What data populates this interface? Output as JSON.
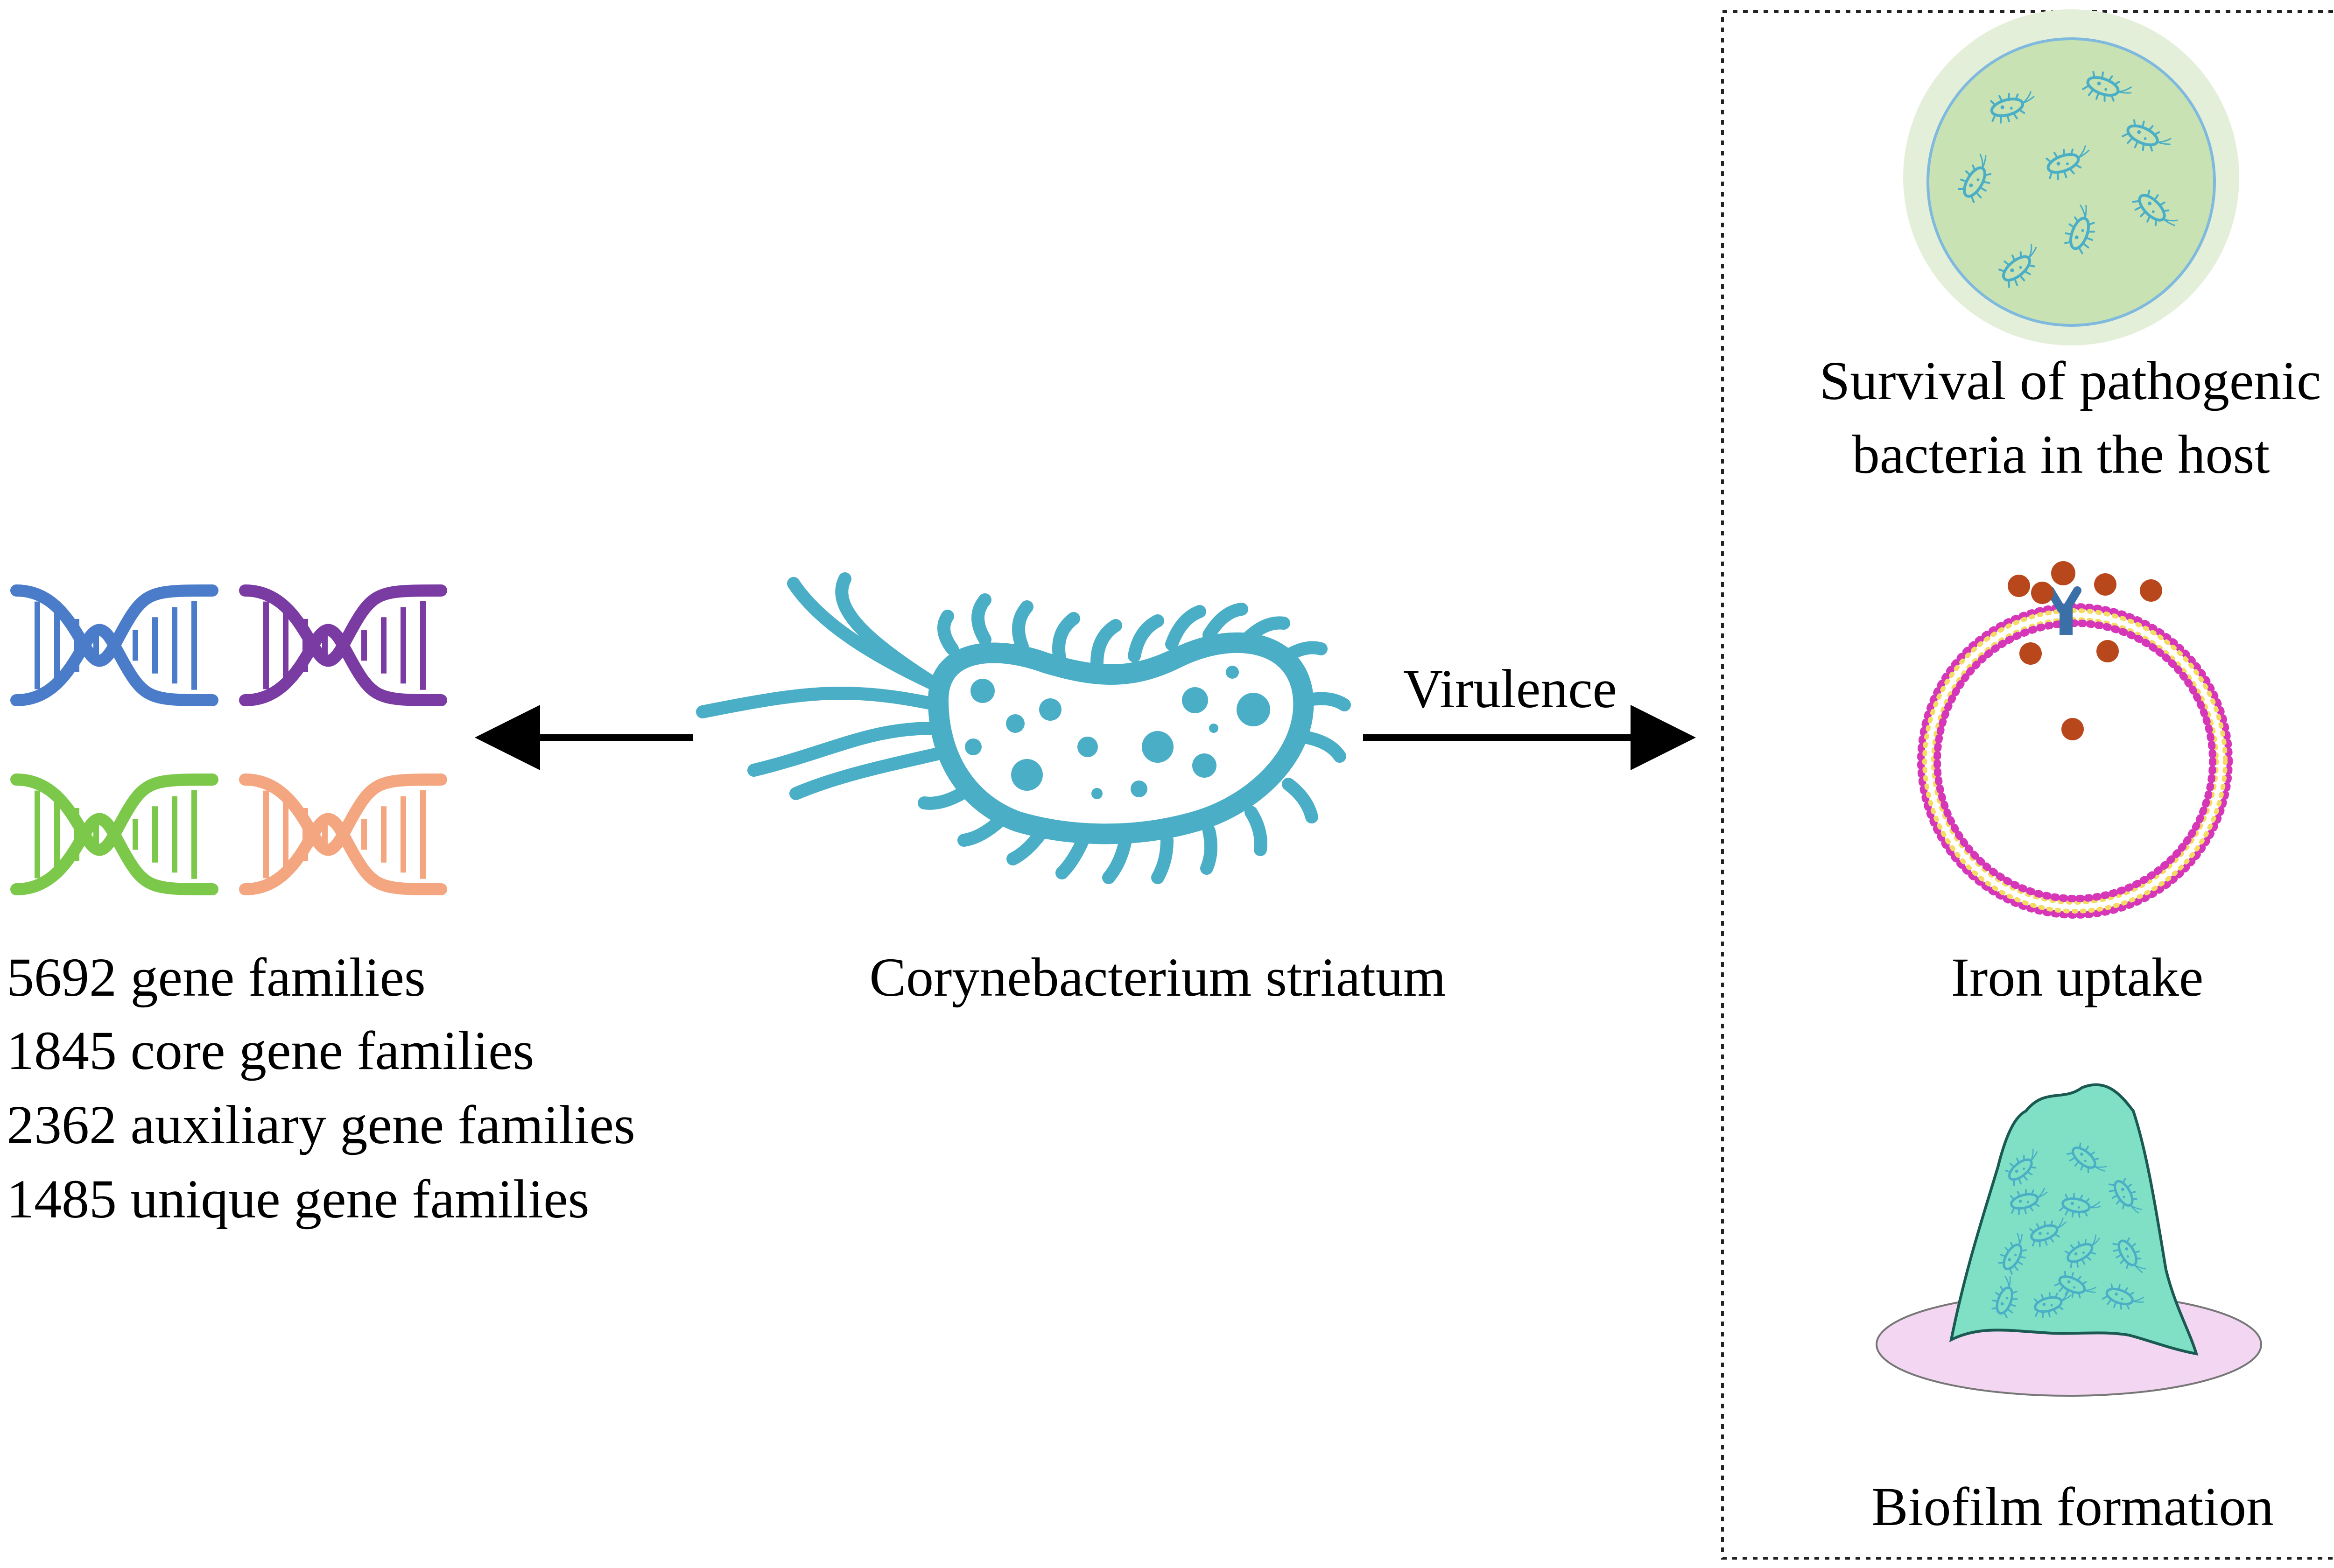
{
  "gene_stats": [
    "5692 gene families",
    "1845 core gene families",
    "2362 auxiliary gene families",
    "1485 unique gene families"
  ],
  "center_label": "Corynebacterium striatum",
  "arrow_label": "Virulence",
  "panel": {
    "survival_line1": "Survival of pathogenic",
    "survival_line2": "bacteria in the host",
    "iron_label": "Iron uptake",
    "biofilm_label": "Biofilm formation"
  },
  "colors": {
    "dna": [
      "#4a7cc9",
      "#7a3ba3",
      "#7cc84a",
      "#f3a67f"
    ],
    "bacterium": "#4aaec6",
    "petri_outer": "#e4efd9",
    "petri_inner": "#c8e2b4",
    "membrane_outer": "#d637b8",
    "membrane_inner": "#f4dc62",
    "iron": "#b8481c",
    "biofilm": "#7fe0c6",
    "biofilm_base": "#f3d6f2"
  }
}
